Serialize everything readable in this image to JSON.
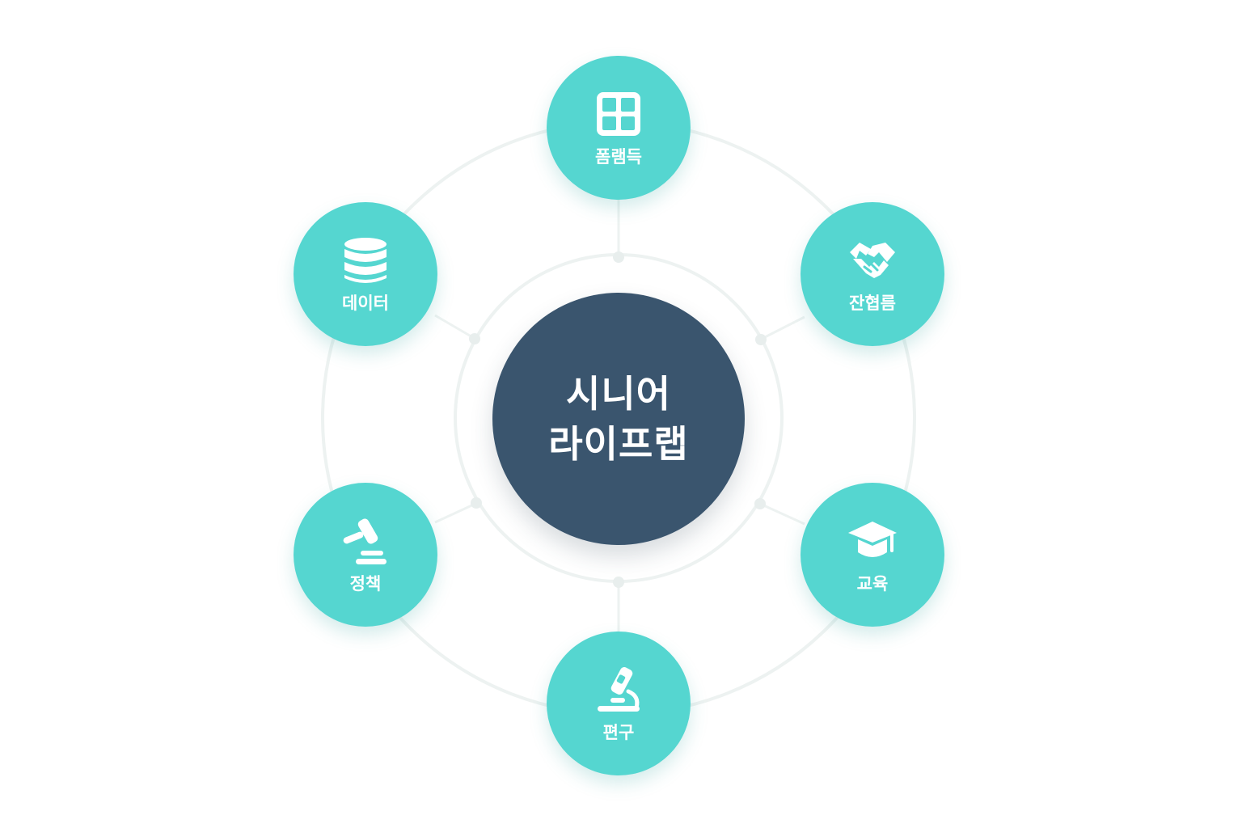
{
  "center": {
    "line1": "시니어",
    "line2": "라이프랩"
  },
  "nodes": {
    "top": {
      "label": "폼램득",
      "icon": "grid-icon"
    },
    "right_top": {
      "label": "잔협름",
      "icon": "handshake-icon"
    },
    "right_bottom": {
      "label": "교육",
      "icon": "graduation-cap-icon"
    },
    "bottom": {
      "label": "편구",
      "icon": "microscope-icon"
    },
    "left_bottom": {
      "label": "정책",
      "icon": "gavel-icon"
    },
    "left_top": {
      "label": "데이터",
      "icon": "database-icon"
    }
  },
  "colors": {
    "center_fill": "#3a556e",
    "node_fill": "#55d6d0",
    "text": "#ffffff",
    "connector": "#e9efee"
  }
}
